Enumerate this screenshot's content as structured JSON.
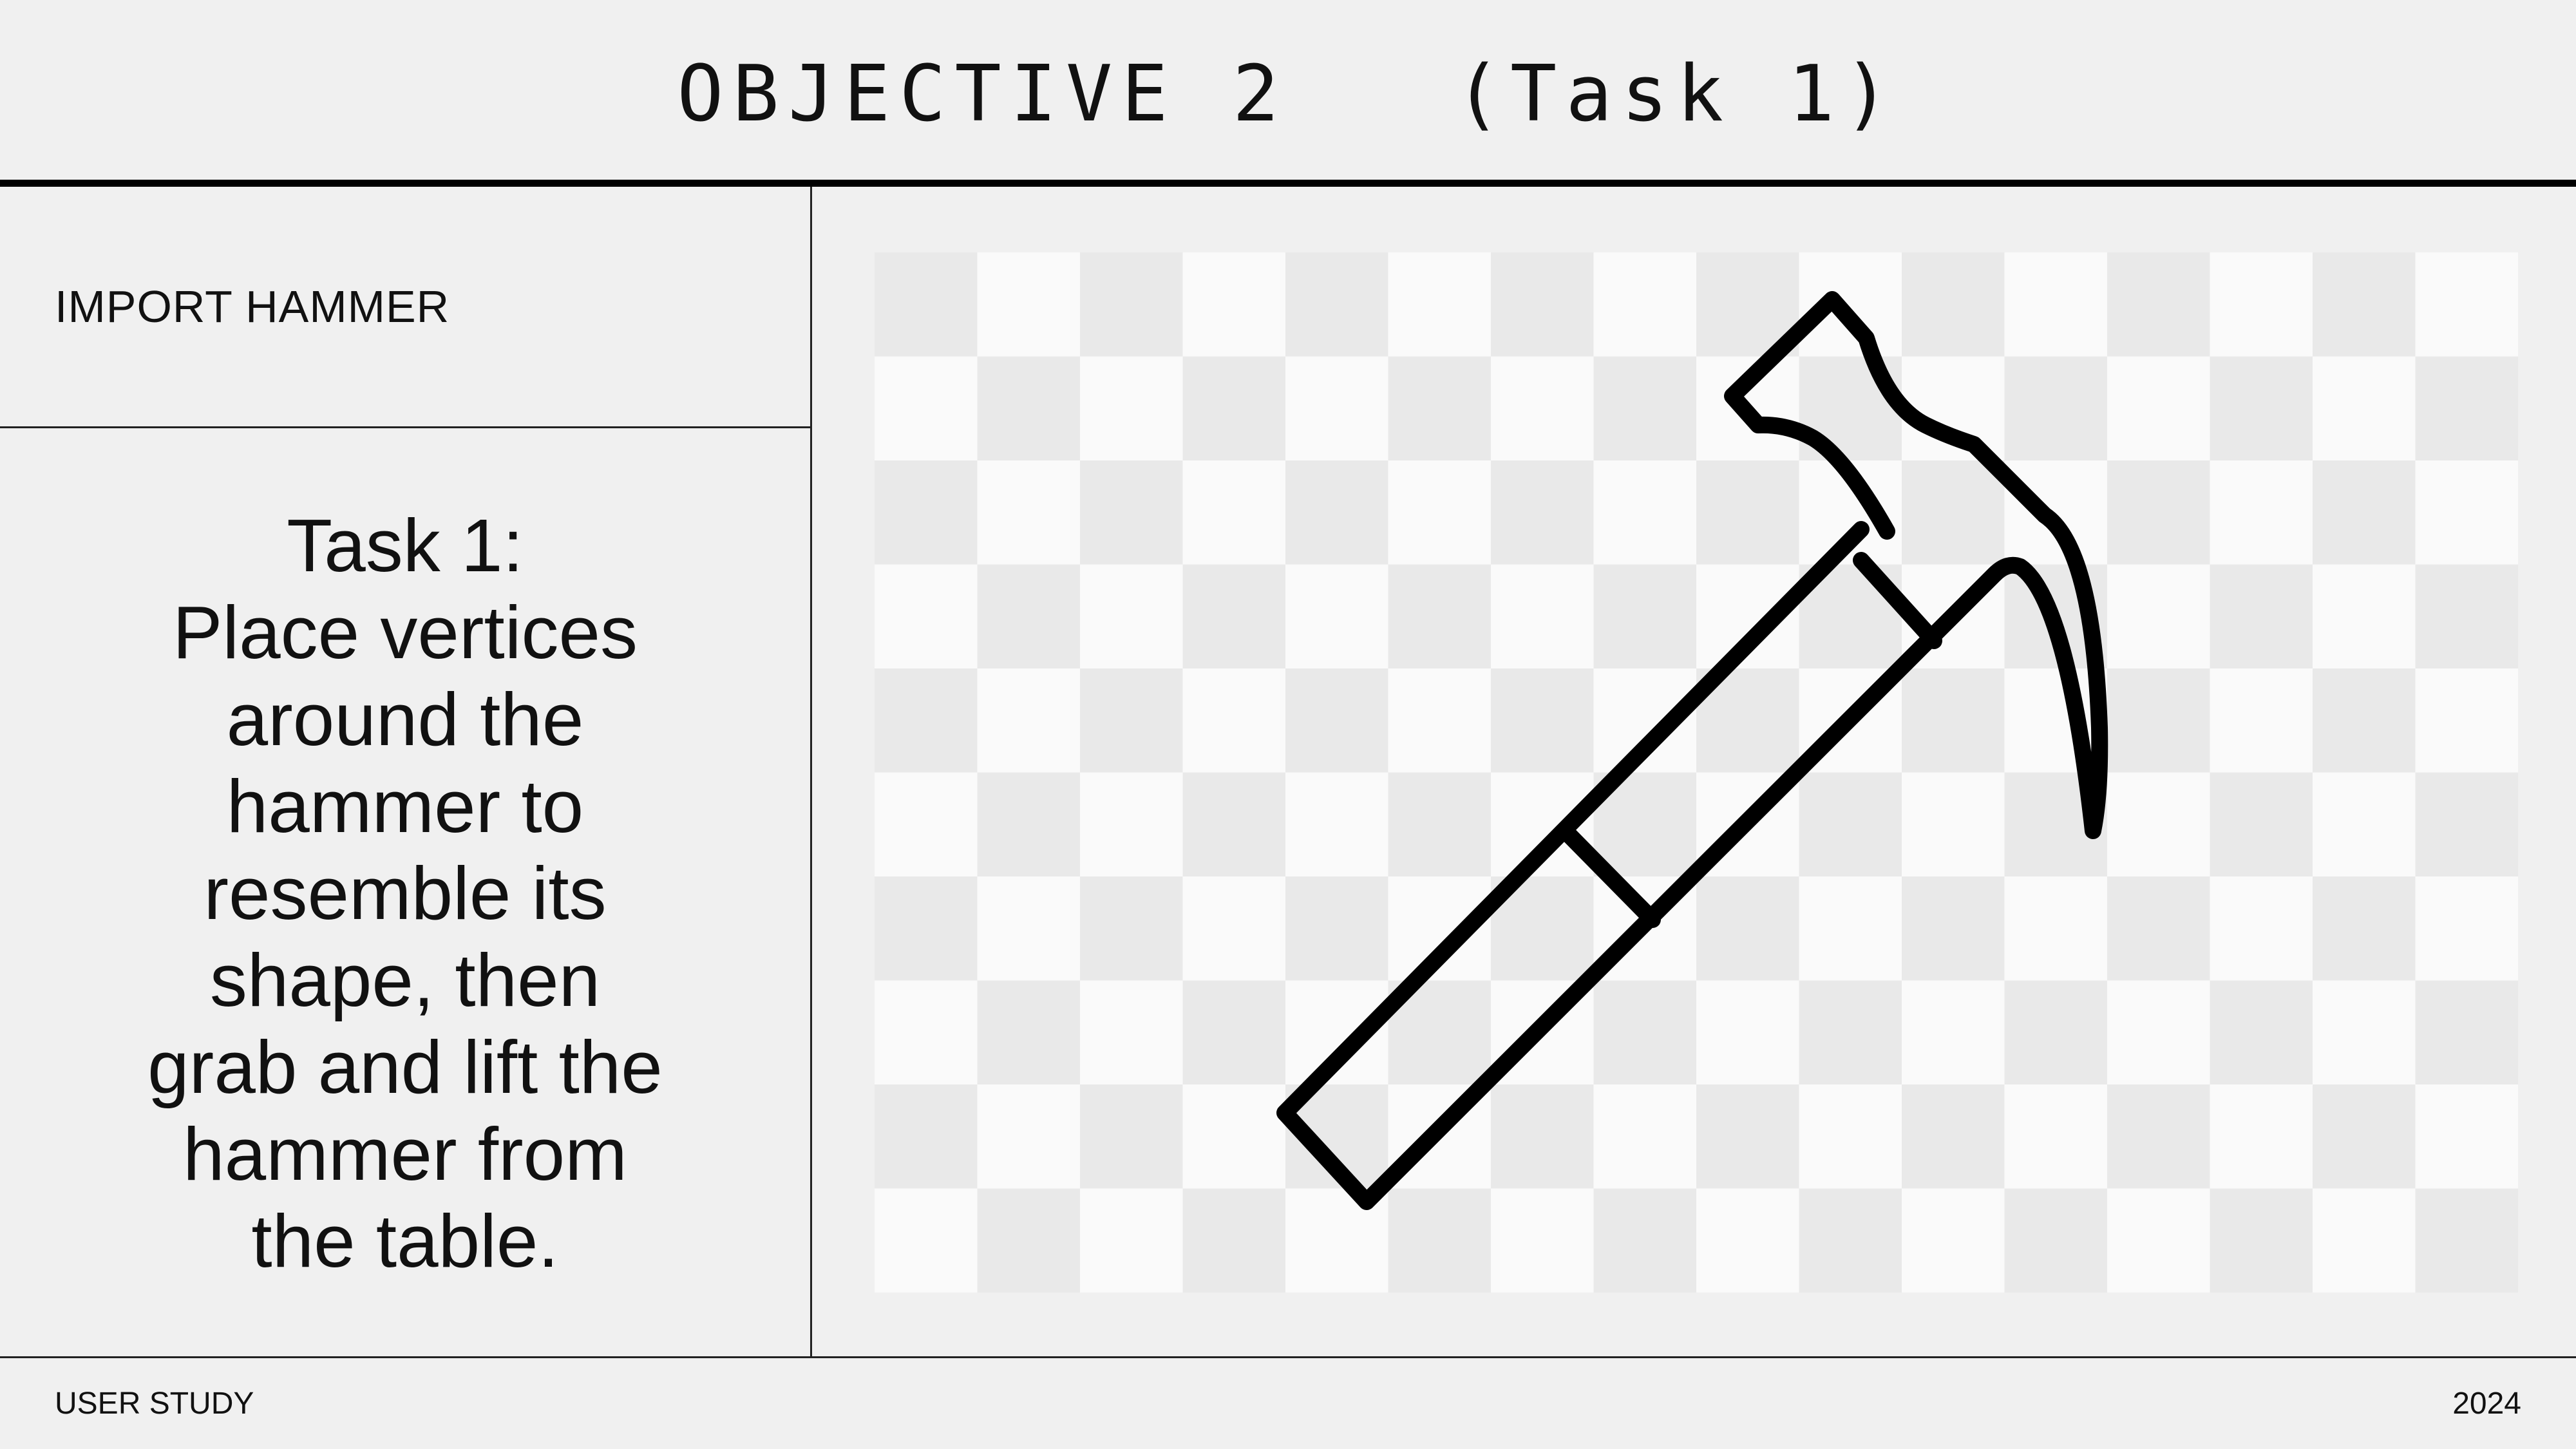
{
  "header": {
    "title": "OBJECTIVE 2   (Task 1)"
  },
  "sidebar": {
    "section_label": "IMPORT HAMMER",
    "task_lines": [
      "Task 1:",
      "Place vertices",
      "around the",
      "hammer to",
      "resemble its",
      "shape, then",
      "grab and lift the",
      "hammer from",
      "the table."
    ]
  },
  "canvas": {
    "background_pattern": "checkerboard-transparency",
    "checker_light": "#fafafa",
    "checker_dark": "#e9e9e9",
    "illustration": "hammer-icon"
  },
  "footer": {
    "left": "USER STUDY",
    "right": "2024"
  }
}
